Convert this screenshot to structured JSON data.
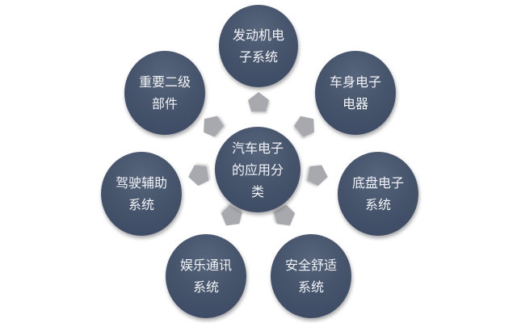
{
  "diagram": {
    "type": "radial-hub-and-spoke",
    "colors": {
      "node_fill": "#46546c",
      "node_text": "#f2f4f7",
      "arrow_fill": "#a7a9ae",
      "background": "#ffffff"
    },
    "center": {
      "label_lines": [
        "汽车电子",
        "的应用分",
        "类"
      ]
    },
    "nodes": [
      {
        "id": "engine",
        "label_lines": [
          "发动机电",
          "子系统"
        ]
      },
      {
        "id": "body",
        "label_lines": [
          "车身电子",
          "电器"
        ]
      },
      {
        "id": "chassis",
        "label_lines": [
          "底盘电子",
          "系统"
        ]
      },
      {
        "id": "safety",
        "label_lines": [
          "安全舒适",
          "系统"
        ]
      },
      {
        "id": "infotainment",
        "label_lines": [
          "娱乐通讯",
          "系统"
        ]
      },
      {
        "id": "driver-assist",
        "label_lines": [
          "驾驶辅助",
          "系统"
        ]
      },
      {
        "id": "secondary-parts",
        "label_lines": [
          "重要二级",
          "部件"
        ]
      }
    ],
    "arrows": [
      {
        "target": "engine",
        "icon": "arrow-up-icon"
      },
      {
        "target": "body",
        "icon": "arrow-up-right-icon"
      },
      {
        "target": "chassis",
        "icon": "arrow-right-icon"
      },
      {
        "target": "safety",
        "icon": "arrow-down-right-icon"
      },
      {
        "target": "infotainment",
        "icon": "arrow-down-left-icon"
      },
      {
        "target": "driver-assist",
        "icon": "arrow-left-icon"
      },
      {
        "target": "secondary-parts",
        "icon": "arrow-up-left-icon"
      }
    ]
  }
}
